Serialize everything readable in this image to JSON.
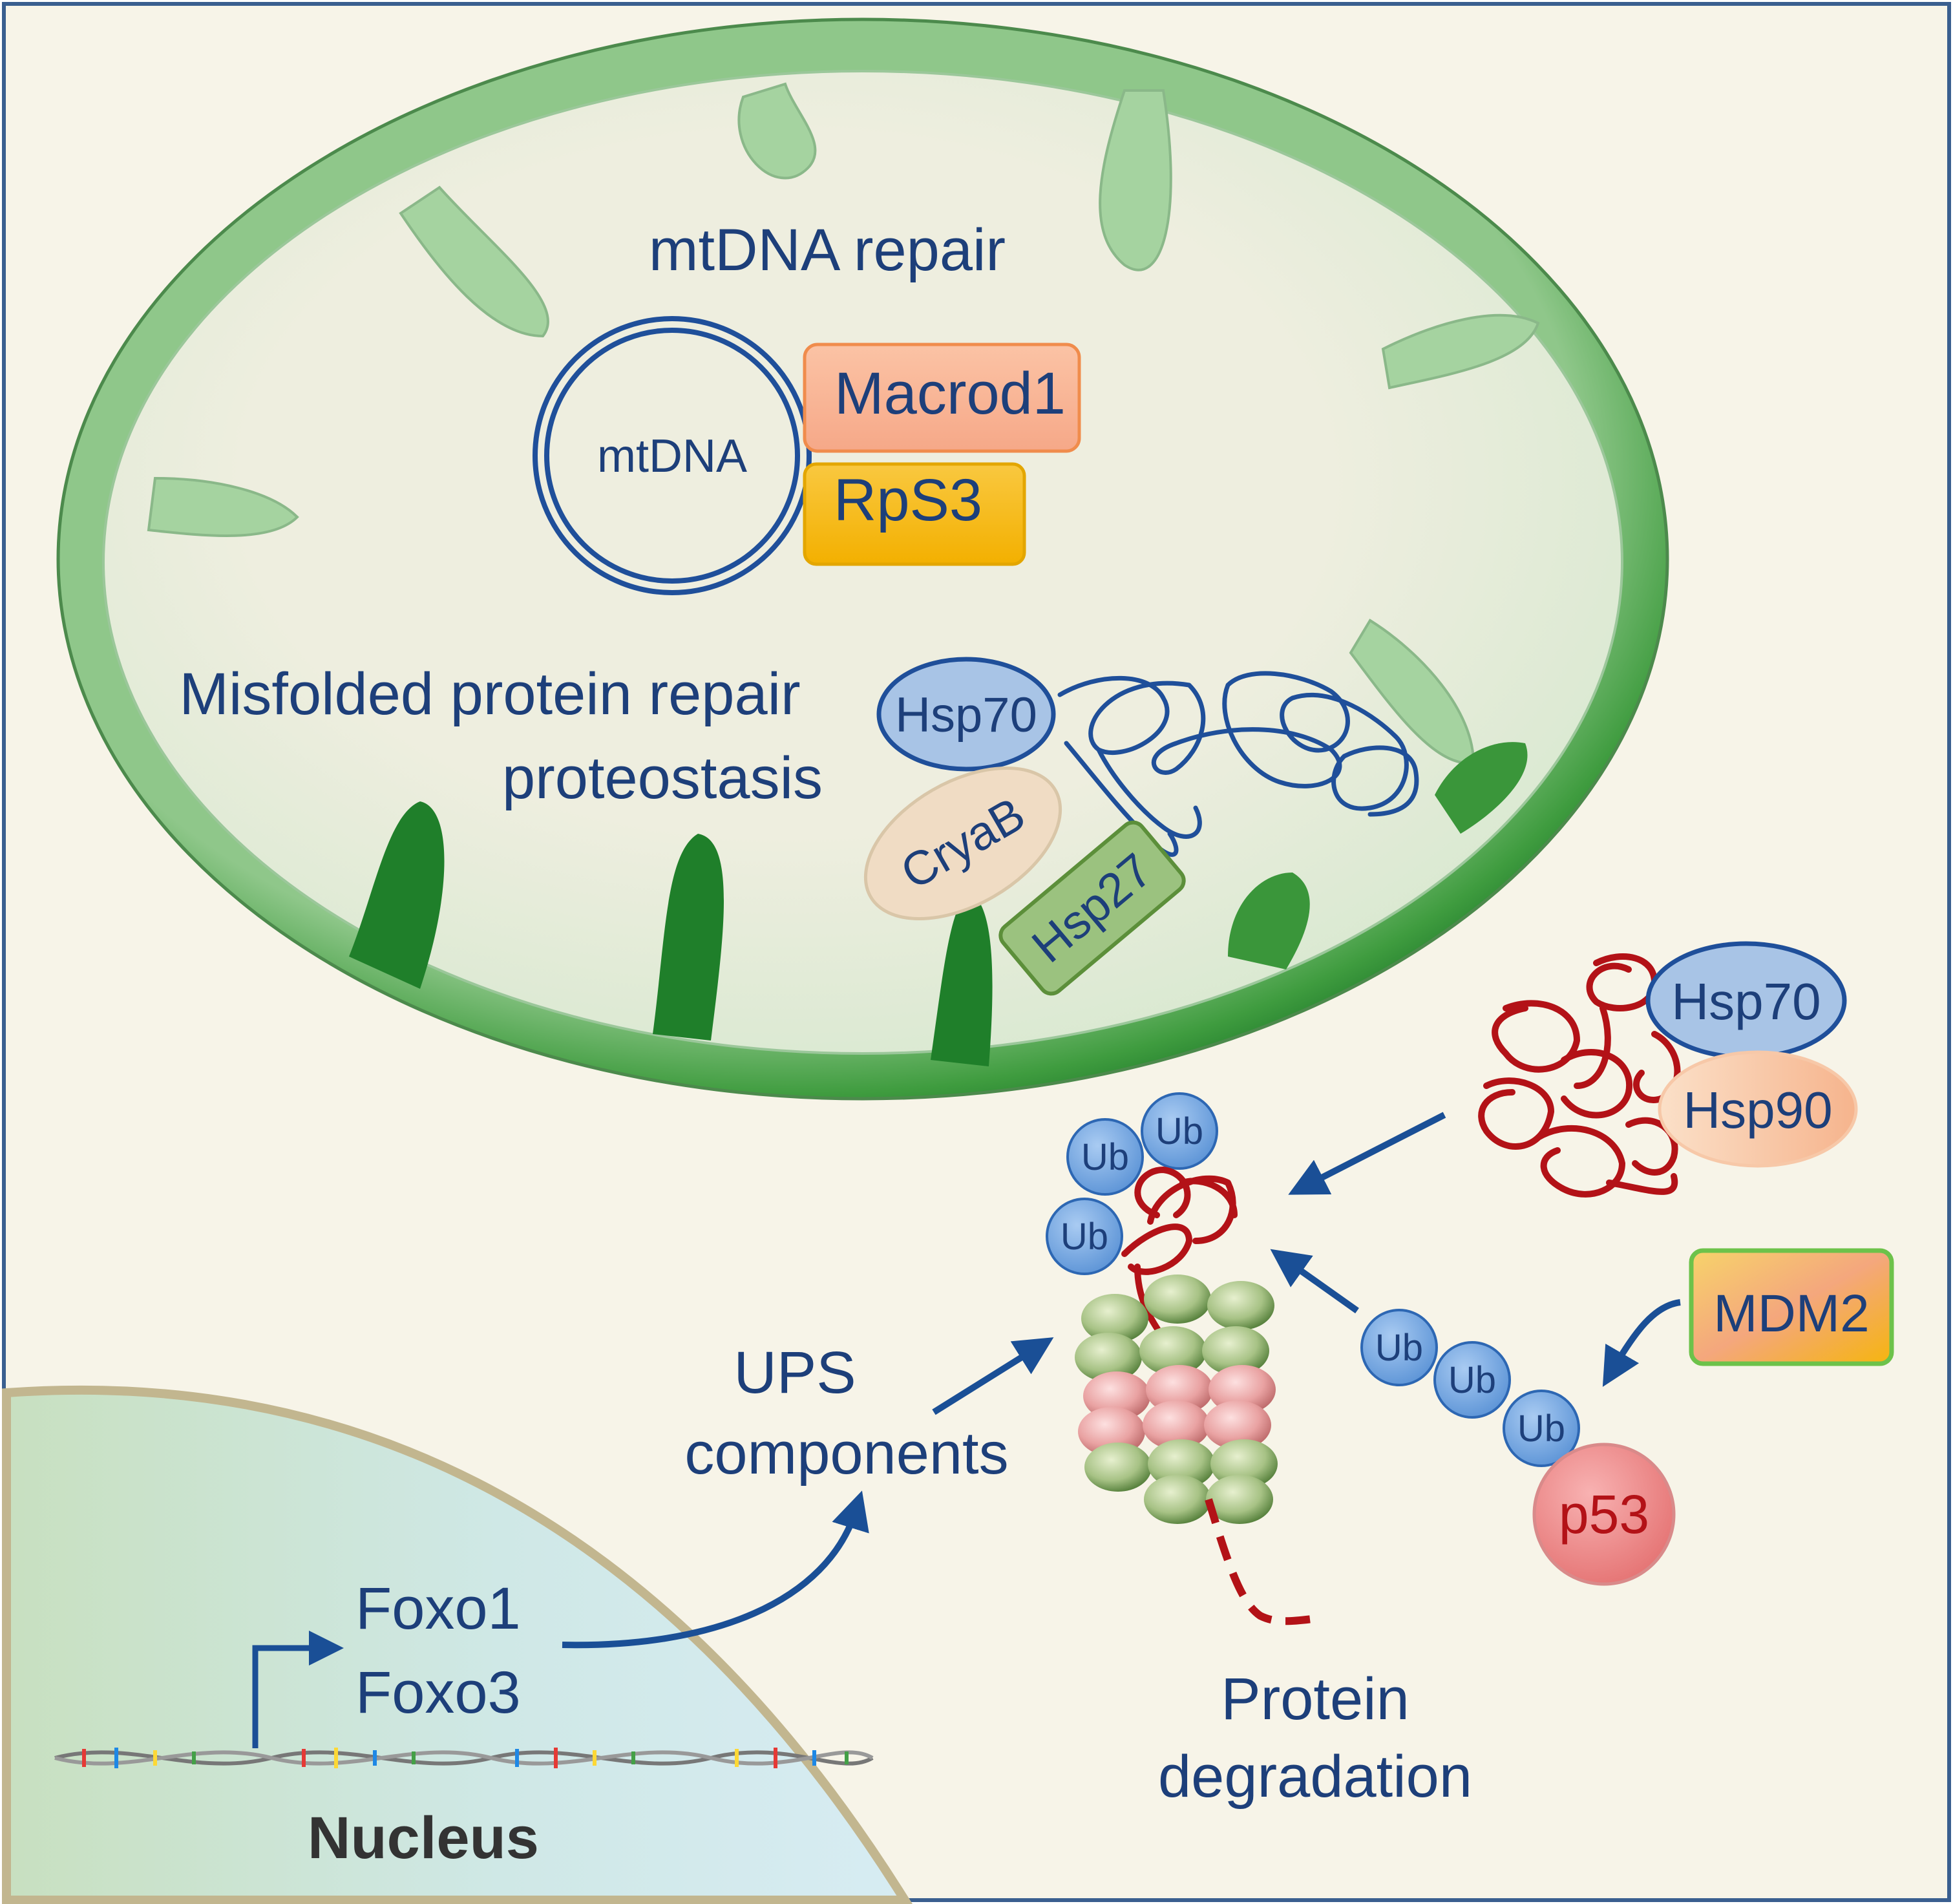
{
  "colors": {
    "border": "#3a5f8f",
    "background": "#f7f4e8",
    "label_text": "#1d3f7a",
    "dark_text": "#333333",
    "mitochondrion_outer": "#2e8b2e",
    "mitochondrion_inner": "#eeeedc",
    "crista": "#8fc48a",
    "protein_strand_blue": "#1f4f9a",
    "protein_strand_red": "#b31217",
    "ubiquitin_fill": "#6fa3dd",
    "hsp70_fill": "#a8c4e6",
    "hsp90_fill": "#f6b48d",
    "macrod1_fill": "#f9b394",
    "rps3_fill": "#f7bd19",
    "cryab_fill": "#f0dcc4",
    "hsp27_fill": "#9bc27f",
    "mdm2_fill": "#f8c13a",
    "p53_fill": "#ef8d8d",
    "nucleus_fill": "#cfe3d4",
    "nucleus_border": "#c2b68f",
    "arrow": "#1a4f96"
  },
  "labels": {
    "mtdna_repair": "mtDNA repair",
    "mtdna": "mtDNA",
    "macrod1": "Macrod1",
    "rps3": "RpS3",
    "misfolded_line1": "Misfolded protein repair",
    "misfolded_line2": "proteostasis",
    "hsp70_mito": "Hsp70",
    "cryab": "CryaB",
    "hsp27": "Hsp27",
    "hsp70_cyto": "Hsp70",
    "hsp90": "Hsp90",
    "mdm2": "MDM2",
    "p53": "p53",
    "ub_a": "Ub",
    "ub_b": "Ub",
    "ub_c": "Ub",
    "ub_d": "Ub",
    "ub_e": "Ub",
    "ub_f": "Ub",
    "ups_line1": "UPS",
    "ups_line2": "components",
    "foxo1": "Foxo1",
    "foxo3": "Foxo3",
    "protein_line1": "Protein",
    "protein_line2": "degradation",
    "nucleus": "Nucleus"
  }
}
